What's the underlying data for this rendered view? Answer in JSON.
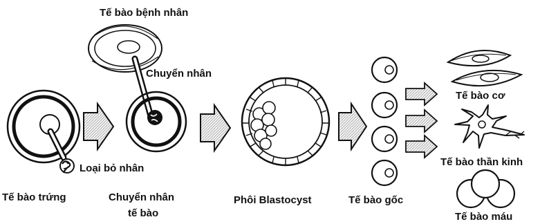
{
  "labels": {
    "patient_cell": "Tế bào bệnh nhân",
    "nucleus_transfer": "Chuyển nhân",
    "remove_nucleus": "Loại bỏ nhân",
    "egg_cell": "Tế bào trứng",
    "cell_nuclear_transfer_line1": "Chuyển nhân",
    "cell_nuclear_transfer_line2": "tế bào",
    "blastocyst": "Phôi Blastocyst",
    "stem_cells": "Tế bào gốc",
    "muscle_cells": "Tế bào cơ",
    "nerve_cells": "Tế bào thần kinh",
    "blood_cells": "Tế bào máu"
  },
  "colors": {
    "ink": "#111111",
    "arrow_fill": "#e6e6e6"
  },
  "icons": {
    "stage_arrow": "block-arrow-right",
    "nucleus": "dark-nucleus-blob"
  }
}
